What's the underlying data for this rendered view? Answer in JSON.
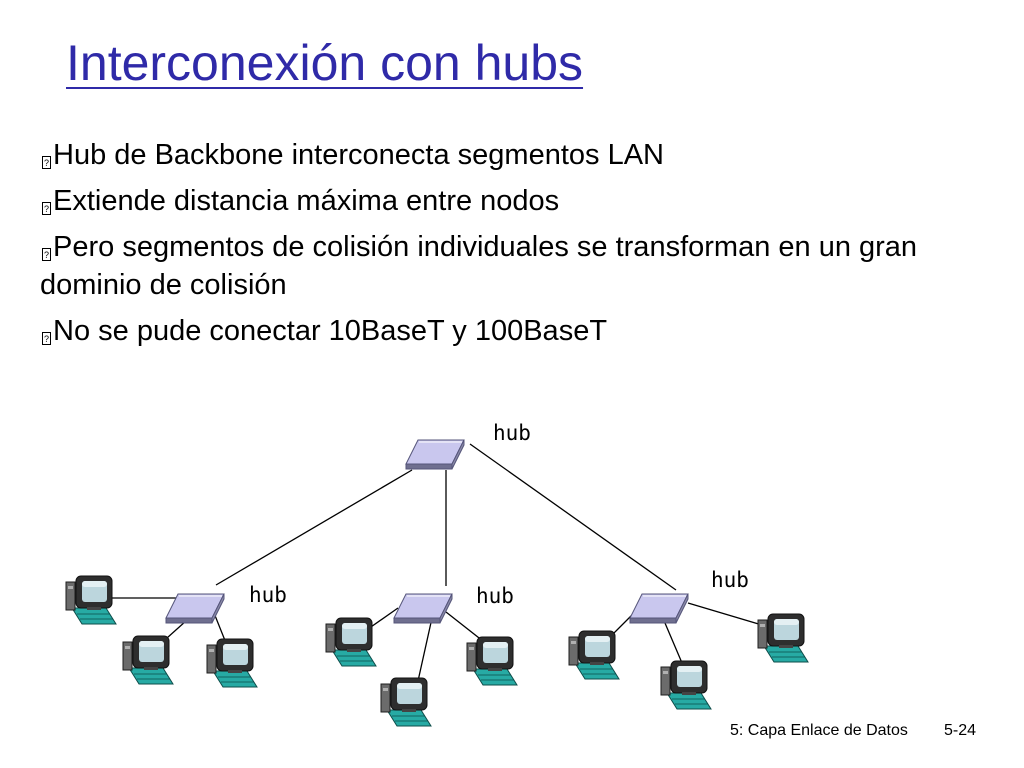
{
  "slide": {
    "title": "Interconexión con hubs",
    "bullets": [
      "Hub de Backbone interconecta segmentos LAN",
      "Extiende distancia máxima entre nodos",
      "Pero segmentos de colisión individuales se transforman en un gran dominio de colisión",
      "No se pude conectar 10BaseT y 100BaseT"
    ],
    "bullet_marker": "?"
  },
  "diagram": {
    "backbone_hub_label": "hub",
    "segment_hub_labels": [
      "hub",
      "hub",
      "hub"
    ]
  },
  "footer": {
    "chapter": "5: Capa Enlace de Datos",
    "page": "5-24"
  },
  "colors": {
    "title": "#2f2aa8",
    "hub_top": "#c9c7ee",
    "hub_side": "#6f6f8f",
    "monitor_body": "#2e2e2e",
    "screen": "#bcd6dd",
    "keyboard": "#27aaa4"
  }
}
